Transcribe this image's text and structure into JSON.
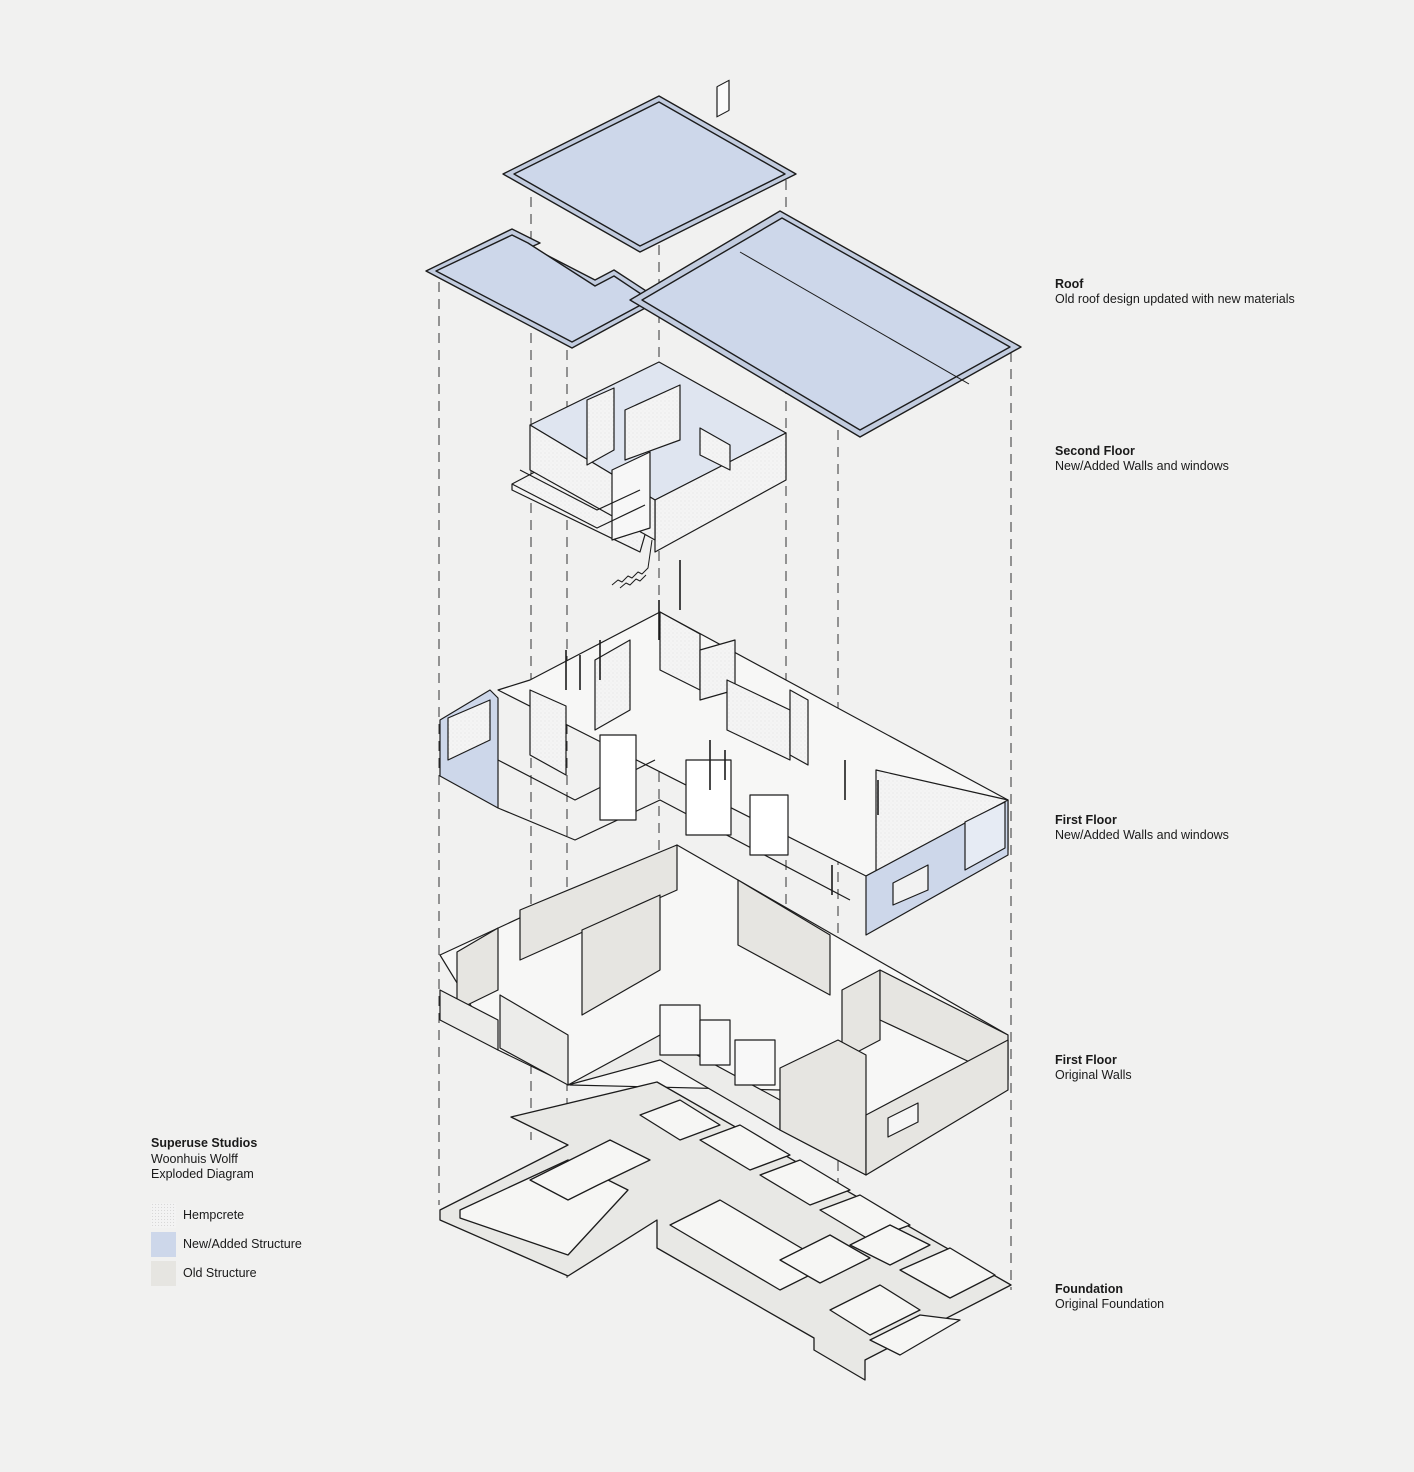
{
  "colors": {
    "background": "#f1f1f0",
    "new_structure": "#cdd7ea",
    "old_structure": "#e6e5e1",
    "hempcrete": "#f3f3f3",
    "line": "#1c1c1c"
  },
  "layers": [
    {
      "id": "roof",
      "title": "Roof",
      "description": "Old roof design updated with new materials"
    },
    {
      "id": "second-floor",
      "title": "Second Floor",
      "description": "New/Added Walls and windows"
    },
    {
      "id": "first-floor-new",
      "title": "First Floor",
      "description": "New/Added Walls and windows"
    },
    {
      "id": "first-floor-original",
      "title": "First Floor",
      "description": "Original Walls"
    },
    {
      "id": "foundation",
      "title": "Foundation",
      "description": "Original Foundation"
    }
  ],
  "credits": {
    "studio": "Superuse Studios",
    "project": "Woonhuis Wolff",
    "drawing": "Exploded Diagram"
  },
  "legend": [
    {
      "label": "Hempcrete",
      "swatch": "hempcrete"
    },
    {
      "label": "New/Added Structure",
      "swatch": "new_structure"
    },
    {
      "label": "Old Structure",
      "swatch": "old_structure"
    }
  ]
}
